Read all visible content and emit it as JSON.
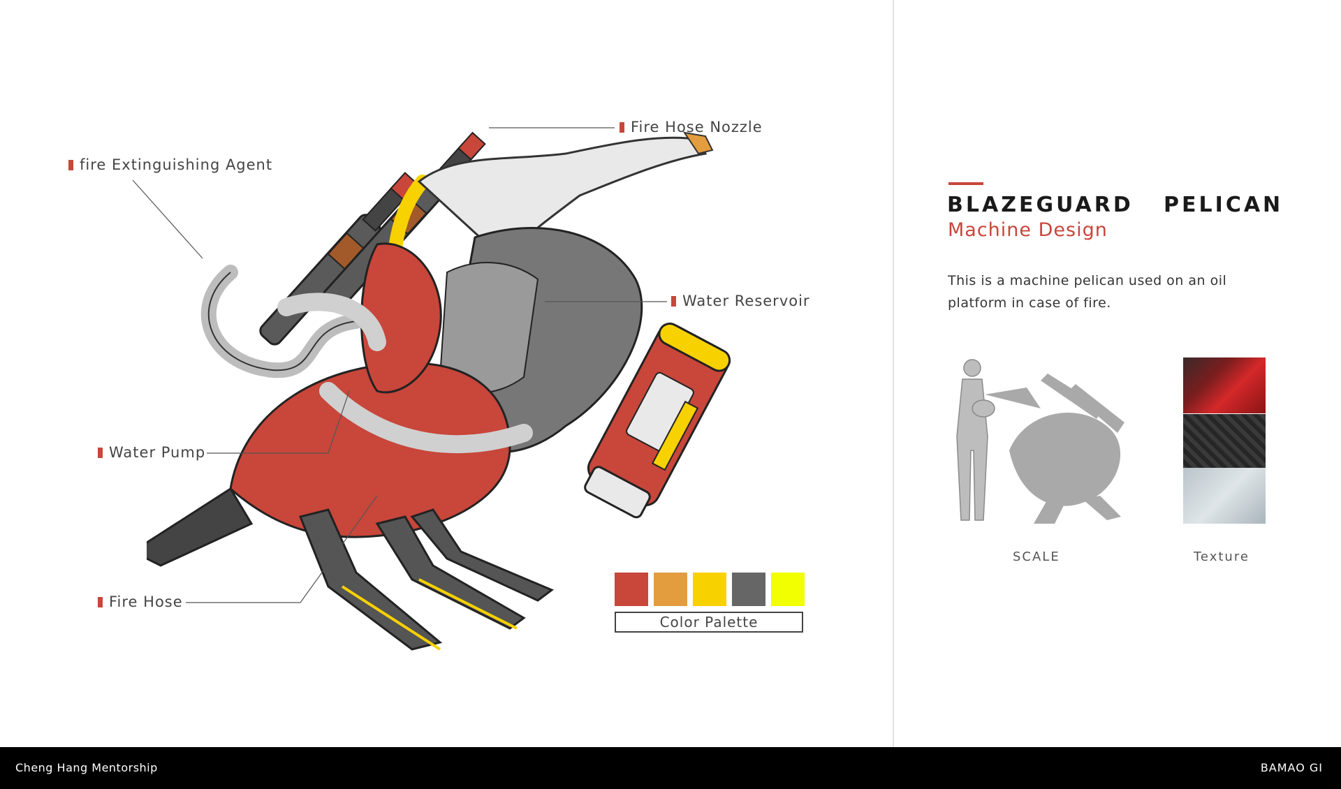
{
  "labels": {
    "fire_hose_nozzle": "Fire Hose Nozzle",
    "fire_extinguishing_agent": "fire Extinguishing Agent",
    "water_reservoir": "Water Reservoir",
    "water_pump": "Water Pump",
    "fire_hose": "Fire Hose"
  },
  "palette": {
    "label": "Color Palette",
    "colors": [
      "#c8463a",
      "#e39c3e",
      "#f8d100",
      "#666666",
      "#f2ff00"
    ]
  },
  "design": {
    "title": "BLAZEGUARD   PELICAN",
    "subtitle": "Machine Design",
    "description": "This is a machine pelican used on an oil platform in case of fire."
  },
  "captions": {
    "scale": "SCALE",
    "texture": "Texture"
  },
  "footer": {
    "left": "Cheng Hang Mentorship",
    "right": "BAMAO GI"
  }
}
